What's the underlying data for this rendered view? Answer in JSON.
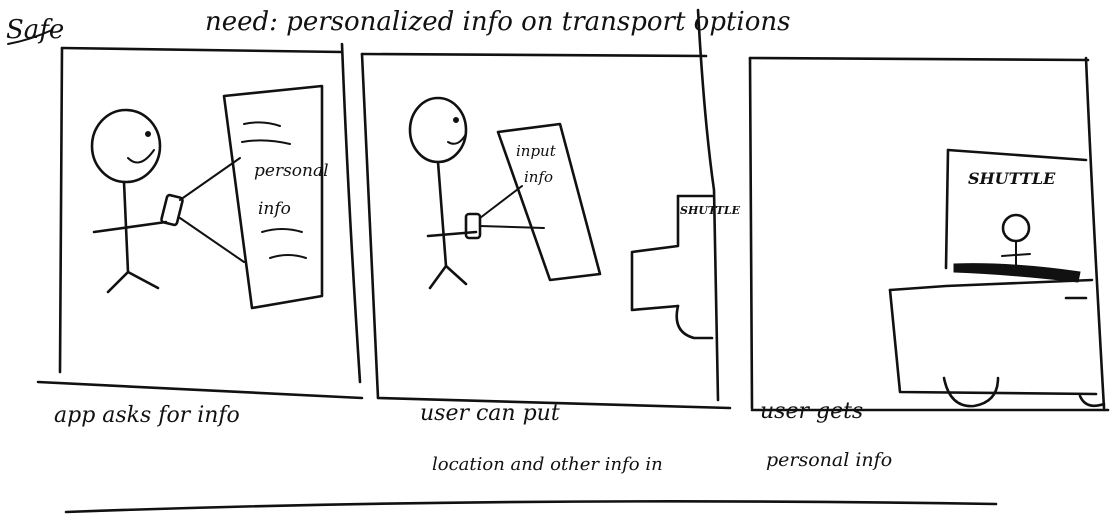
{
  "header": {
    "tag": "Safe",
    "need": "need: personalized info on transport options"
  },
  "panels": [
    {
      "caption_lines": [
        "app asks for info"
      ],
      "form_lines": [
        "personal",
        "info"
      ]
    },
    {
      "caption_lines": [
        "user can put",
        "location and other info in"
      ],
      "form_lines": [
        "input",
        "info"
      ],
      "vehicle_label": "SHUTTLE"
    },
    {
      "caption_lines": [
        "user gets",
        "personal info"
      ],
      "vehicle_label": "SHUTTLE"
    }
  ],
  "colors": {
    "ink": "#111111",
    "paper": "#ffffff"
  }
}
